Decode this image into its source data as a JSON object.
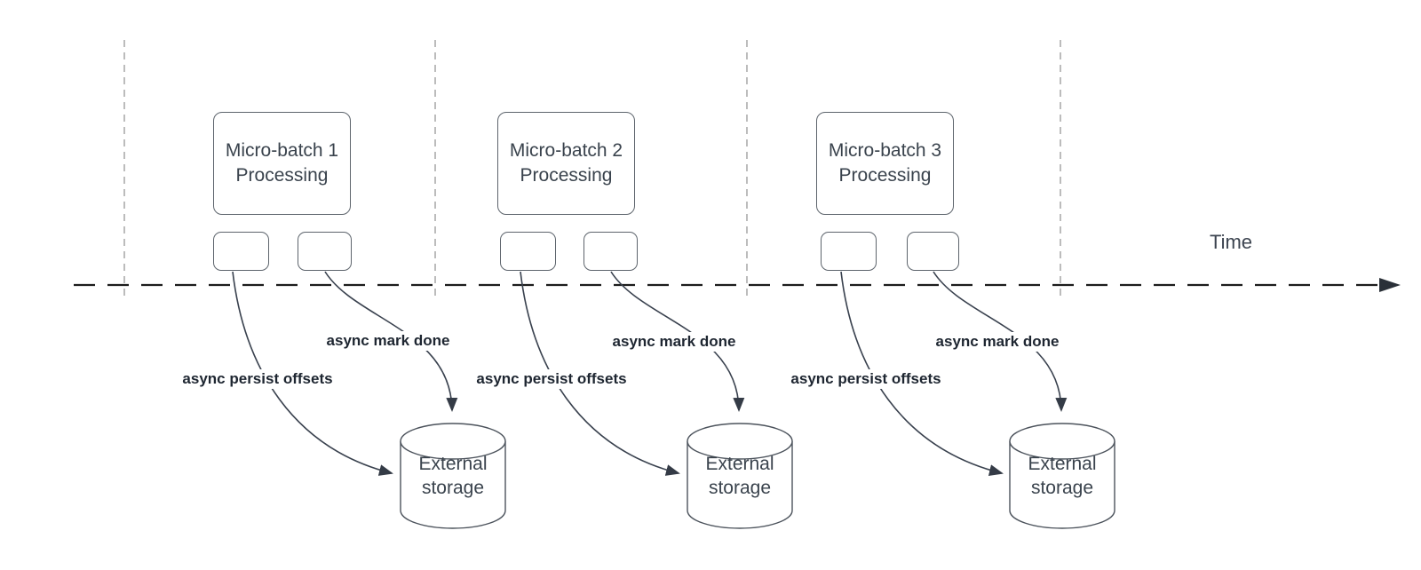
{
  "colors": {
    "background": "#ffffff",
    "shape_stroke": "#5d646c",
    "arrow_stroke": "#39414e",
    "arrowhead_fill": "#343b46",
    "divider_gray": "#a6a6a6",
    "timeline_black": "#1c1c1c",
    "text_primary": "#3a434d",
    "edge_label_text": "#1e2631"
  },
  "timeline": {
    "label": "Time"
  },
  "batches": [
    {
      "title": "Micro-batch 1\nProcessing",
      "persist_label": "async persist offsets",
      "mark_done_label": "async mark done",
      "storage_label": "External\nstorage"
    },
    {
      "title": "Micro-batch 2\nProcessing",
      "persist_label": "async persist offsets",
      "mark_done_label": "async mark done",
      "storage_label": "External\nstorage"
    },
    {
      "title": "Micro-batch 3\nProcessing",
      "persist_label": "async persist offsets",
      "mark_done_label": "async mark done",
      "storage_label": "External\nstorage"
    }
  ]
}
